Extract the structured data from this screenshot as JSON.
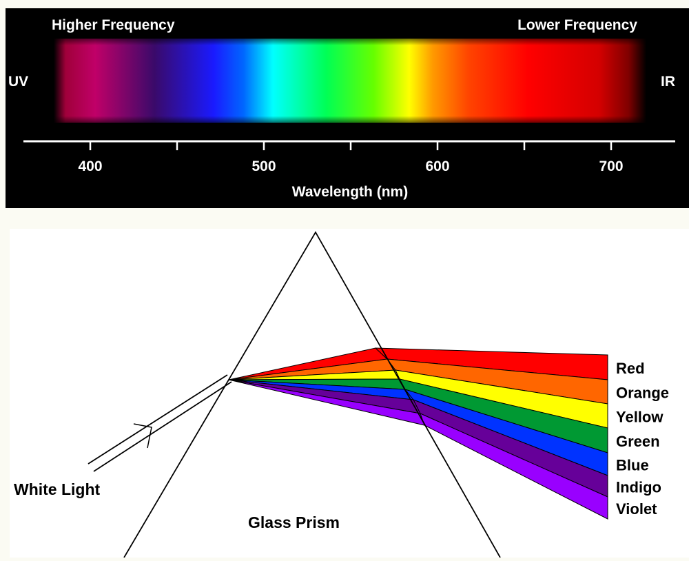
{
  "spectrum": {
    "left_title": "Higher Frequency",
    "right_title": "Lower Frequency",
    "left_end": "UV",
    "right_end": "IR",
    "axis_title": "Wavelength (nm)",
    "ticks": [
      {
        "value": 400,
        "label": "400"
      },
      {
        "value": 450,
        "label": ""
      },
      {
        "value": 500,
        "label": "500"
      },
      {
        "value": 550,
        "label": ""
      },
      {
        "value": 600,
        "label": "600"
      },
      {
        "value": 650,
        "label": ""
      },
      {
        "value": 700,
        "label": "700"
      }
    ]
  },
  "prism": {
    "white_light_label": "White Light",
    "prism_label": "Glass Prism",
    "bands": [
      {
        "name": "Red",
        "color": "#ff0000"
      },
      {
        "name": "Orange",
        "color": "#ff6600"
      },
      {
        "name": "Yellow",
        "color": "#ffff00"
      },
      {
        "name": "Green",
        "color": "#009933"
      },
      {
        "name": "Blue",
        "color": "#0033ff"
      },
      {
        "name": "Indigo",
        "color": "#660099"
      },
      {
        "name": "Violet",
        "color": "#9900ff"
      }
    ]
  }
}
